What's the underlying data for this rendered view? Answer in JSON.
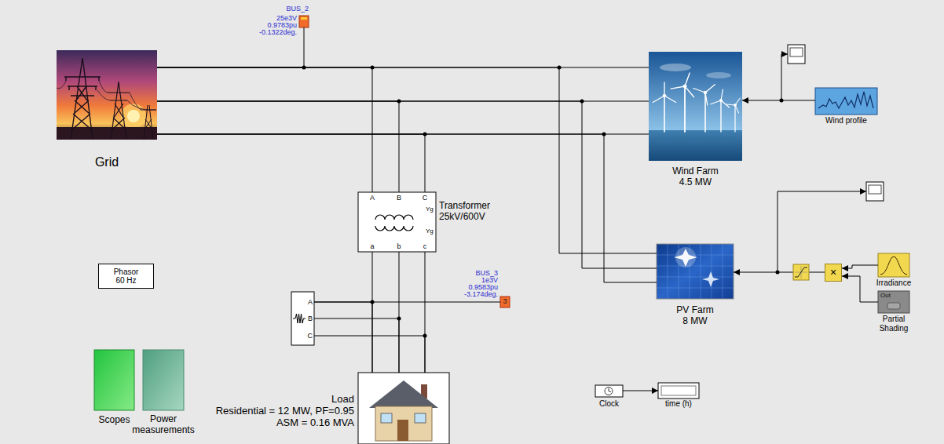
{
  "diagram": {
    "nodes": [
      {
        "text": [
          "BUS_2",
          "25e3V",
          "0.9783pu",
          "-0.1322deg."
        ]
      },
      {
        "text": [
          "Grid"
        ]
      },
      {
        "text": [
          "Wind Farm",
          "4.5 MW"
        ]
      },
      {
        "text": [
          "Wind profile"
        ]
      },
      {
        "text": [
          "A",
          "B",
          "C",
          "Yg",
          "Yg",
          "a",
          "b",
          "c",
          "Transformer",
          "25kV/600V"
        ]
      },
      {
        "text": [
          "PV Farm",
          "8 MW"
        ]
      },
      {
        "text": [
          "×"
        ]
      },
      {
        "text": [
          "Irradiance"
        ]
      },
      {
        "text": [
          "Out",
          "Partial Shading"
        ]
      },
      {
        "text": [
          "Phasor",
          "60 Hz"
        ]
      },
      {
        "text": [
          "A",
          "B",
          "C"
        ]
      },
      {
        "text": [
          "3",
          "BUS_3",
          "1e3V",
          "0.9583pu",
          "-3.174deg."
        ]
      },
      {
        "text": [
          "Scopes"
        ]
      },
      {
        "text": [
          "Power measurements"
        ]
      },
      {
        "text": [
          "Load",
          "Residential = 12 MW, PF=0.95",
          "ASM = 0.16 MVA"
        ]
      },
      {
        "text": [
          "Clock"
        ]
      },
      {
        "text": [
          "time (h)"
        ]
      }
    ],
    "edges": [
      {
        "from": 1,
        "to": 2,
        "arrow": "none"
      },
      {
        "from": 1,
        "to": 2,
        "arrow": "none"
      },
      {
        "from": 1,
        "to": 2,
        "arrow": "none"
      },
      {
        "from": 1,
        "to": 0,
        "arrow": "none"
      },
      {
        "from": 1,
        "to": 4,
        "arrow": "none"
      },
      {
        "from": 1,
        "to": 4,
        "arrow": "none"
      },
      {
        "from": 1,
        "to": 4,
        "arrow": "none"
      },
      {
        "from": 1,
        "to": 5,
        "arrow": "none"
      },
      {
        "from": 1,
        "to": 5,
        "arrow": "none"
      },
      {
        "from": 1,
        "to": 5,
        "arrow": "none"
      },
      {
        "from": 3,
        "to": 2,
        "arrow": "to"
      },
      {
        "from": 4,
        "to": 14,
        "arrow": "none"
      },
      {
        "from": 4,
        "to": 14,
        "arrow": "none"
      },
      {
        "from": 4,
        "to": 14,
        "arrow": "none"
      },
      {
        "from": 10,
        "to": 14,
        "arrow": "none"
      },
      {
        "from": 10,
        "to": 14,
        "arrow": "none"
      },
      {
        "from": 10,
        "to": 14,
        "arrow": "none"
      },
      {
        "from": 10,
        "to": 11,
        "arrow": "none"
      },
      {
        "from": 6,
        "to": 5,
        "arrow": "to"
      },
      {
        "from": 7,
        "to": 6,
        "arrow": "to"
      },
      {
        "from": 8,
        "to": 6,
        "arrow": "to"
      },
      {
        "from": 15,
        "to": 16,
        "arrow": "to"
      }
    ]
  }
}
